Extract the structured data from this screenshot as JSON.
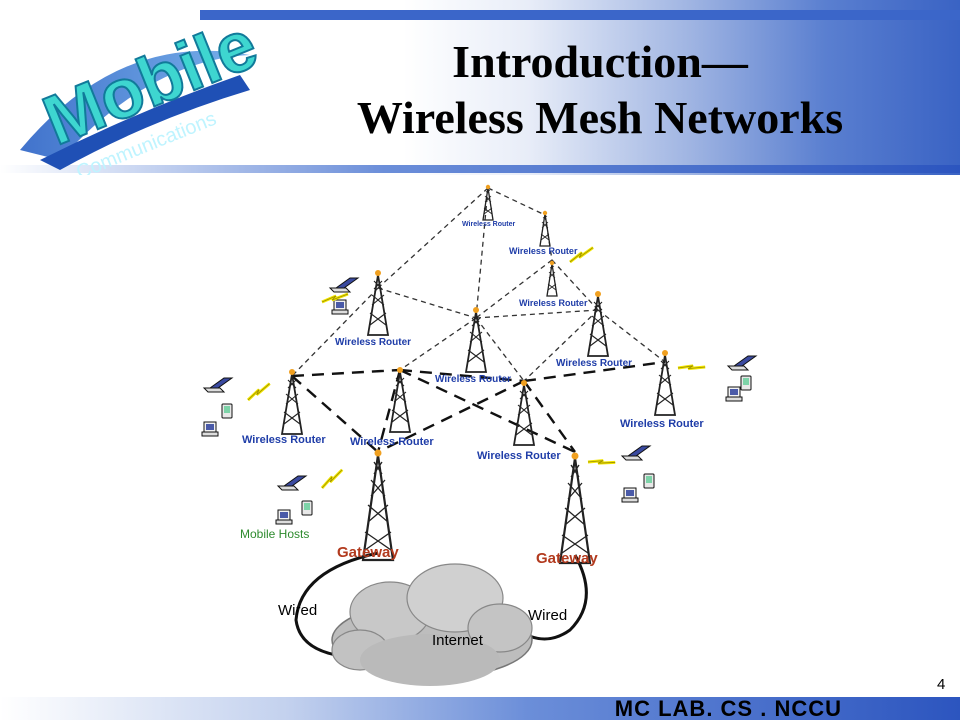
{
  "slide": {
    "title_line1": "Introduction—",
    "title_line2": "Wireless Mesh Networks",
    "footer": "MC LAB. CS . NCCU",
    "page_number": "4"
  },
  "logo": {
    "letters": "Mobile",
    "word": "Communications"
  },
  "diagram": {
    "router_label": "Wireless Router",
    "gateway_label": "Gateway",
    "wired_label": "Wired",
    "internet_label": "Internet",
    "hosts_label": "Mobile Hosts"
  },
  "colors": {
    "header_blue": "#3b66c9",
    "router_label": "#1f3da8",
    "gateway_label": "#b23a1e",
    "hosts_label": "#2e8b2e",
    "lightning": "#f2e600"
  }
}
